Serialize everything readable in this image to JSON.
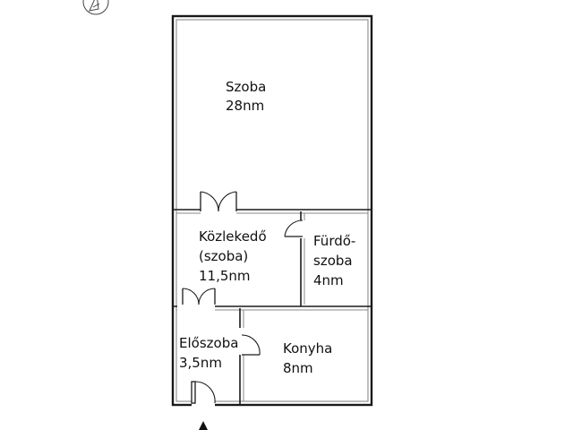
{
  "rooms": {
    "szoba": {
      "name": "Szoba",
      "area": "28nm"
    },
    "kozlekedo": {
      "line1": "Közlekedő",
      "line2": "(szoba)",
      "area": "11,5nm"
    },
    "furdo": {
      "line1": "Fürdő-",
      "line2": "szoba",
      "area": "4nm"
    },
    "eloszoba": {
      "name": "Előszoba",
      "area": "3,5nm"
    },
    "konyha": {
      "name": "Konyha",
      "area": "8nm"
    }
  },
  "icons": {
    "north_arrow": "compass-icon",
    "entrance": "entrance-arrow-icon"
  }
}
